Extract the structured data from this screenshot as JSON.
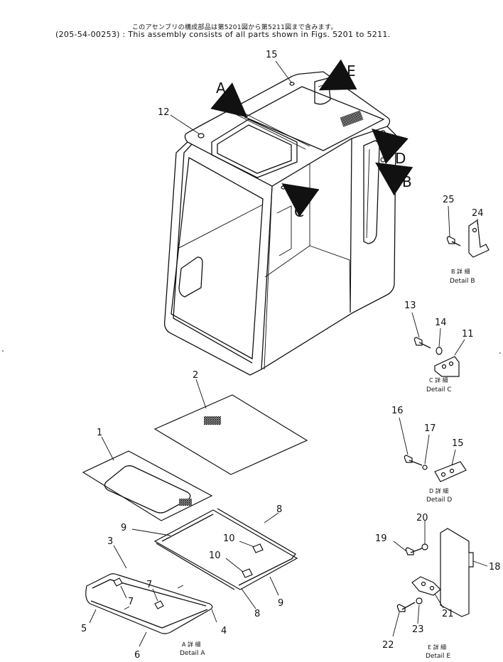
{
  "header": {
    "japanese_note": "このアセンブリの構成部品は第5201図から第5211図まで含みます。",
    "english_note": "(205-54-00253) : This assembly consists of all parts shown in Figs. 5201 to 5211."
  },
  "detail_markers": [
    "A",
    "B",
    "C",
    "D",
    "E"
  ],
  "callouts": {
    "c1": "1",
    "c2": "2",
    "c3": "3",
    "c4": "4",
    "c5": "5",
    "c6": "6",
    "c7a": "7",
    "c7b": "7",
    "c8a": "8",
    "c8b": "8",
    "c9a": "9",
    "c9b": "9",
    "c10a": "10",
    "c10b": "10",
    "c11": "11",
    "c12": "12",
    "c13": "13",
    "c14": "14",
    "c15a": "15",
    "c15b": "15",
    "c16": "16",
    "c17": "17",
    "c18": "18",
    "c19": "19",
    "c20": "20",
    "c21": "21",
    "c22": "22",
    "c23": "23",
    "c24": "24",
    "c25": "25"
  },
  "captions": {
    "a": {
      "jp": "A 詳 細",
      "en": "Detail A"
    },
    "b": {
      "jp": "B 詳 細",
      "en": "Detail B"
    },
    "c": {
      "jp": "C 詳 細",
      "en": "Detail C"
    },
    "d": {
      "jp": "D 詳 細",
      "en": "Detail D"
    },
    "e": {
      "jp": "E 詳 細",
      "en": "Detail E"
    }
  }
}
